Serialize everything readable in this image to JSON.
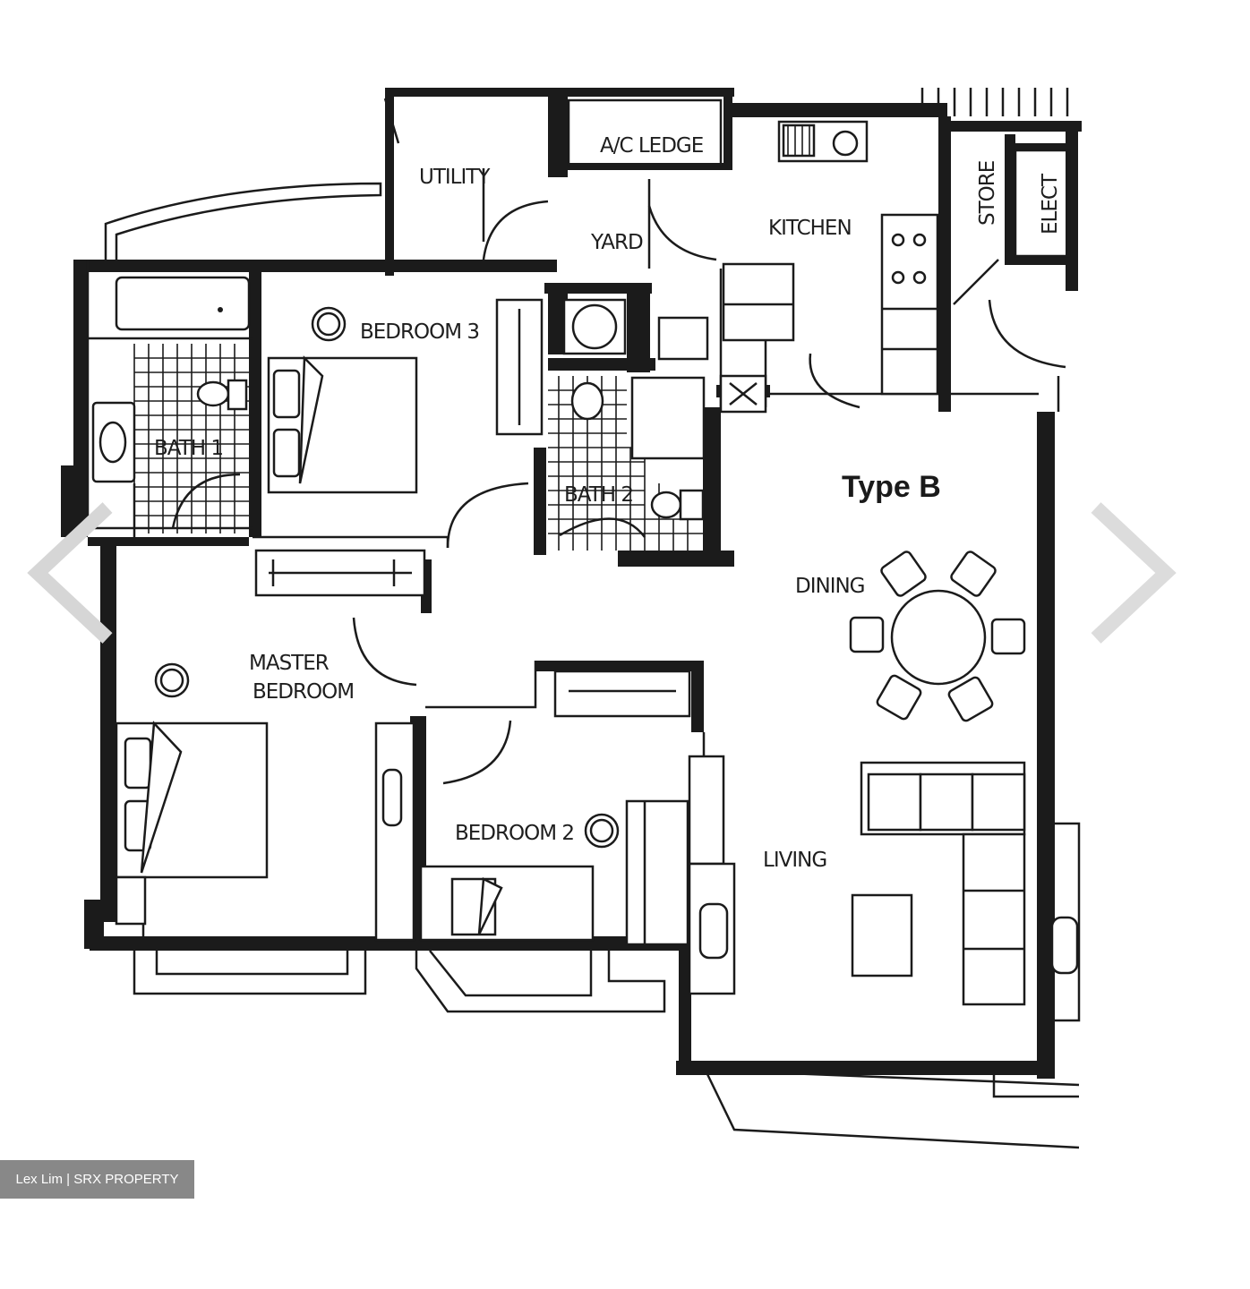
{
  "plan": {
    "type_label": "Type B",
    "rooms": {
      "utility": "UTILITY",
      "ac_ledge": "A/C LEDGE",
      "yard": "YARD",
      "kitchen": "KITCHEN",
      "store": "STORE",
      "elect": "ELECT",
      "bedroom3": "BEDROOM 3",
      "bath1": "BATH 1",
      "bath2": "BATH 2",
      "dining": "DINING",
      "master_line1": "MASTER",
      "master_line2": "BEDROOM",
      "bedroom2": "BEDROOM 2",
      "living": "LIVING"
    }
  },
  "gallery": {
    "credit": "Lex Lim | SRX PROPERTY",
    "prev_icon": "chevron-left-icon",
    "next_icon": "chevron-right-icon"
  },
  "colors": {
    "ink": "#1b1b1b",
    "background": "#ffffff",
    "credit_bg": "#6e6e6e"
  }
}
